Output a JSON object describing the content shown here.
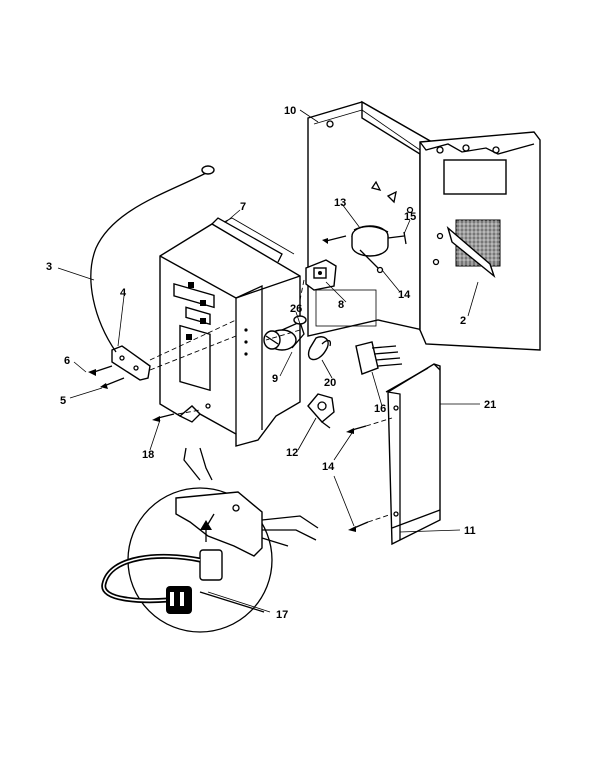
{
  "diagram": {
    "callouts": [
      "10",
      "7",
      "13",
      "15",
      "3",
      "4",
      "8",
      "14",
      "2",
      "26",
      "6",
      "9",
      "20",
      "5",
      "16",
      "21",
      "12",
      "18",
      "14",
      "11",
      "17"
    ]
  }
}
